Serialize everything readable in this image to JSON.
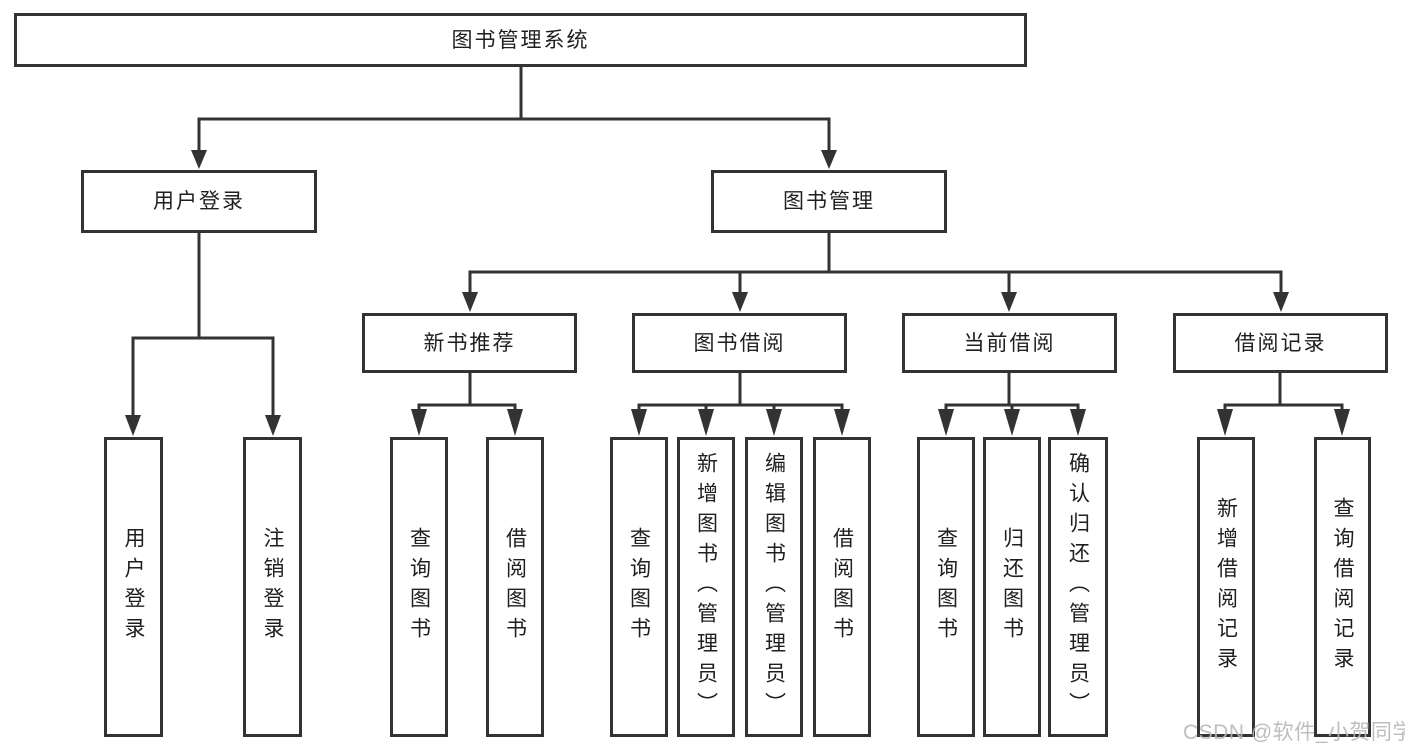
{
  "root": {
    "label": "图书管理系统"
  },
  "branches": [
    {
      "label": "用户登录",
      "leaves": [
        {
          "label": "用户登录"
        },
        {
          "label": "注销登录"
        }
      ]
    },
    {
      "label": "图书管理",
      "sections": [
        {
          "label": "新书推荐",
          "leaves": [
            {
              "label": "查询图书"
            },
            {
              "label": "借阅图书"
            }
          ]
        },
        {
          "label": "图书借阅",
          "leaves": [
            {
              "label": "查询图书"
            },
            {
              "label": "新增图书（管理员）"
            },
            {
              "label": "编辑图书（管理员）"
            },
            {
              "label": "借阅图书"
            }
          ]
        },
        {
          "label": "当前借阅",
          "leaves": [
            {
              "label": "查询图书"
            },
            {
              "label": "归还图书"
            },
            {
              "label": "确认归还（管理员）"
            }
          ]
        },
        {
          "label": "借阅记录",
          "leaves": [
            {
              "label": "新增借阅记录"
            },
            {
              "label": "查询借阅记录"
            }
          ]
        }
      ]
    }
  ],
  "watermark": {
    "text": "CSDN @软件_小贺同学"
  },
  "colors": {
    "line": "#333333",
    "text": "#1f1f1f",
    "watermark_text": "#b8b8b8",
    "background": "#ffffff"
  }
}
